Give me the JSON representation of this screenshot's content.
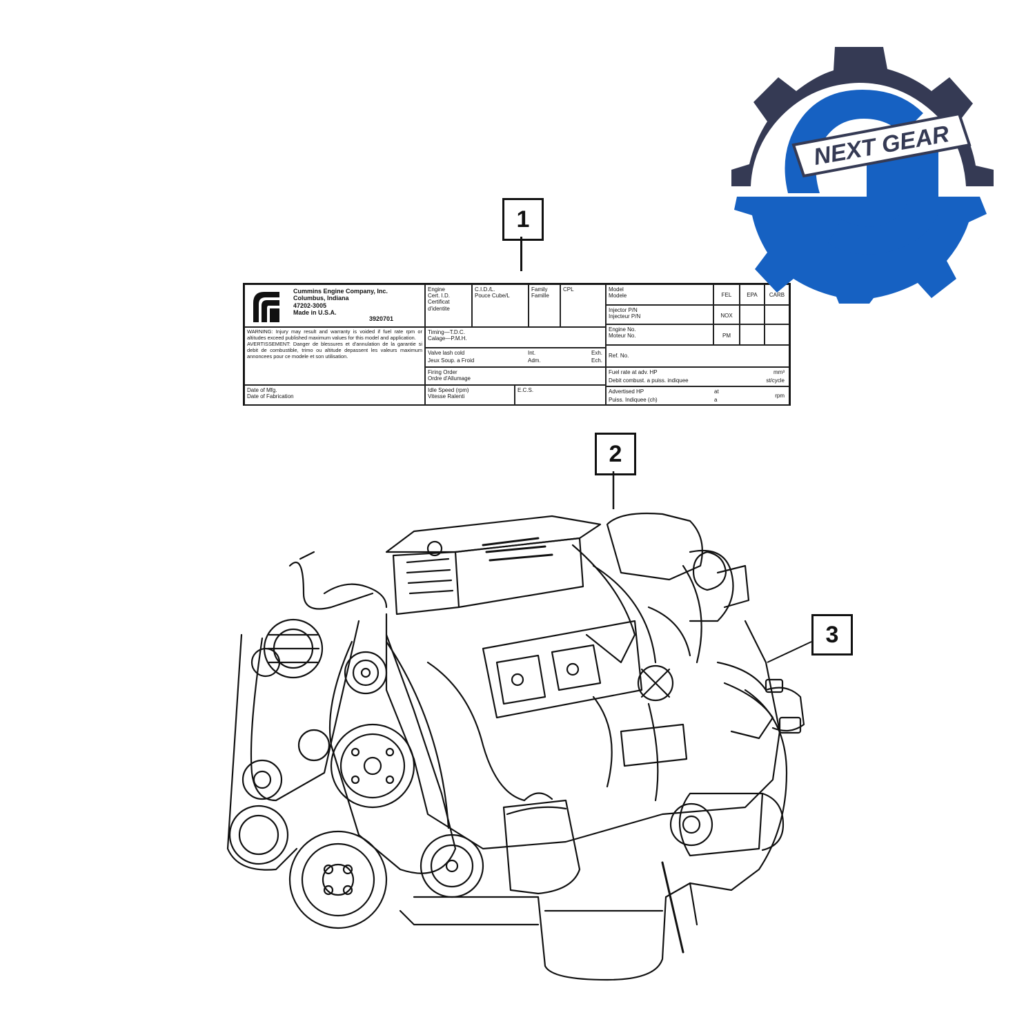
{
  "callouts": [
    "1",
    "2",
    "3"
  ],
  "label": {
    "company": [
      "Cummins Engine Company, Inc.",
      "Columbus, Indiana",
      "47202-3005",
      "Made in U.S.A."
    ],
    "part_no": "3920701",
    "warning": "WARNING: Injury may result and warranty is voided if fuel rate rpm or altitudes exceed published maximum values for this model and application.",
    "avertissement": "AVERTISSEMENT: Danger de blessures et d'annulation de la garantie si debit de combustible, trimo ou altitude depassent les valeurs maximum annoncees pour ce modele et son utilisation.",
    "date_mfg": [
      "Date of Mfg.",
      "Date of Fabrication"
    ],
    "engine_cert": [
      "Engine",
      "Cert. I.D.",
      "Certificat",
      "d'identite"
    ],
    "cid": [
      "C.I.D./L.",
      "Pouce Cube/L"
    ],
    "family": [
      "Family",
      "Famille"
    ],
    "cpl": "CPL",
    "timing": [
      "Timing—T.D.C.",
      "Calage—P.M.H."
    ],
    "valve_lash": [
      "Valve lash cold",
      "Jeux Soup. a Froid"
    ],
    "int": "Int.",
    "adm": "Adm.",
    "exh": "Exh.",
    "ech": "Ech.",
    "firing_order": [
      "Firing Order",
      "Ordre d'Allumage"
    ],
    "idle_speed": [
      "Idle Speed (rpm)",
      "Vitesse Ralenti"
    ],
    "ecs": "E.C.S.",
    "model": [
      "Model",
      "Modele"
    ],
    "fel": "FEL",
    "epa": "EPA",
    "carb": "CARB",
    "injector": [
      "Injector P/N",
      "Injecteur P/N"
    ],
    "nox": "NOX",
    "engine_no": [
      "Engine No.",
      "Moteur No."
    ],
    "pm": "PM",
    "ref_no": "Ref. No.",
    "fuel_rate": [
      "Fuel rate at adv. HP",
      "Debit combust. a puiss. indiquee"
    ],
    "mm3": "mm³",
    "stroke": "st/cycle",
    "adv_hp": [
      "Advertised HP",
      "Puiss. Indiquee (ch)"
    ],
    "at": "at",
    "a": "a",
    "rpm": "rpm"
  },
  "logo": {
    "text": "NEXT GEAR",
    "navy": "#353a54",
    "blue": "#1661c2"
  }
}
